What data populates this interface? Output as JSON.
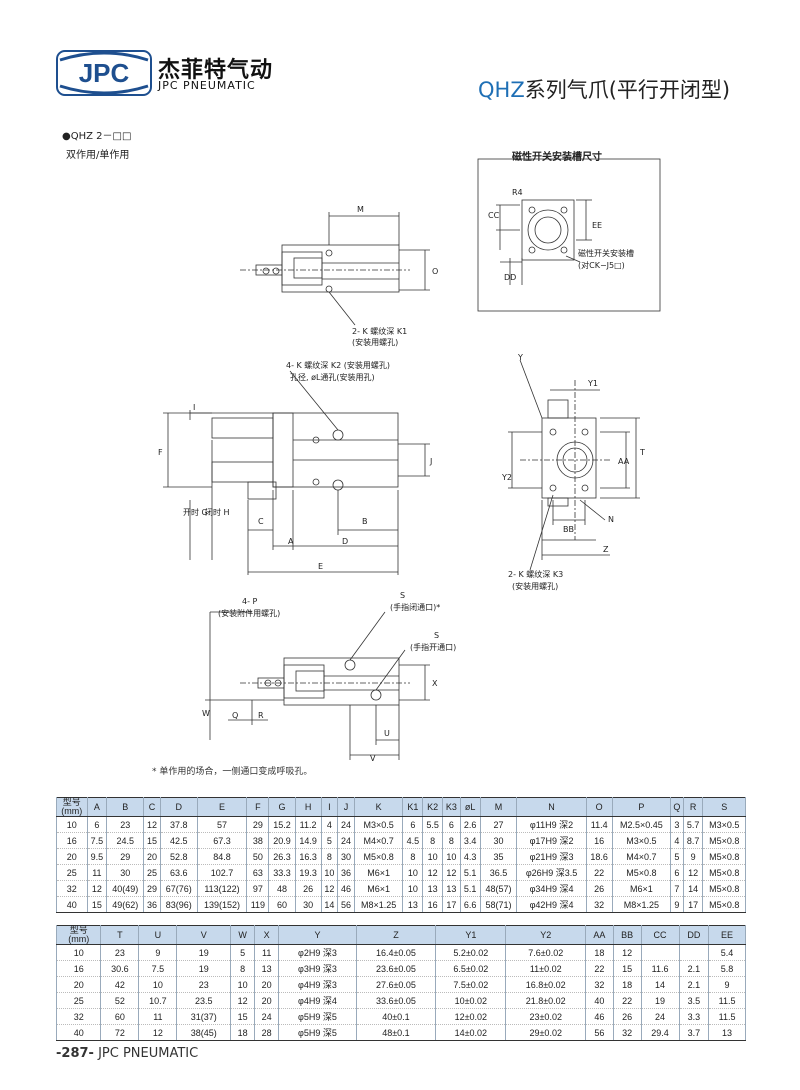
{
  "header": {
    "logo_text": "JPC",
    "brand_cn": "杰菲特气动",
    "brand_en": "JPC PNEUMATIC",
    "title_code": "QHZ",
    "title_rest": "系列气爪(平行开闭型)"
  },
  "intro": {
    "model": "●QHZ 2－□□",
    "subtitle": "双作用/单作用",
    "slot_title": "磁性开关安装槽尺寸"
  },
  "drawing_labels": {
    "top_m": "M",
    "top_o": "O",
    "top_k1": "2- K 螺纹深 K1",
    "top_k1_sub": "(安装用螺孔)",
    "slot_cc": "CC",
    "slot_r": "R4",
    "slot_ee": "EE",
    "slot_dd": "DD",
    "slot_note1": "磁性开关安装槽",
    "slot_note2": "(对CK−J5□)",
    "mid_k2": "4- K 螺纹深 K2 (安装用螺孔)",
    "mid_k2b": "孔径, øL通孔(安装用孔)",
    "mid_f": "F",
    "mid_i": "I",
    "mid_j": "J",
    "mid_g": "开时 G",
    "mid_h": "闭时 H",
    "mid_c": "C",
    "mid_b": "B",
    "mid_a": "A",
    "mid_d": "D",
    "mid_e": "E",
    "end_y": "Y",
    "end_y1": "Y1",
    "end_y2": "Y2",
    "end_aa": "AA",
    "end_t": "T",
    "end_bb": "BB",
    "end_n": "N",
    "end_z": "Z",
    "end_k3": "2- K 螺纹深 K3",
    "end_k3_sub": "(安装用螺孔)",
    "bot_p": "4- P",
    "bot_p_sub": "(安装附件用螺孔)",
    "bot_s1": "S",
    "bot_s1_sub": "(手指闭通口)*",
    "bot_s2": "S",
    "bot_s2_sub": "(手指开通口)",
    "bot_w": "W",
    "bot_q": "Q",
    "bot_r": "R",
    "bot_x": "X",
    "bot_u": "U",
    "bot_v": "V"
  },
  "note": "* 单作用的场合，一侧通口变成呼吸孔。",
  "table1": {
    "headers": [
      "型号\n(mm)",
      "A",
      "B",
      "C",
      "D",
      "E",
      "F",
      "G",
      "H",
      "I",
      "J",
      "K",
      "K1",
      "K2",
      "K3",
      "øL",
      "M",
      "N",
      "O",
      "P",
      "Q",
      "R",
      "S"
    ],
    "rows": [
      [
        "10",
        "6",
        "23",
        "12",
        "37.8",
        "57",
        "29",
        "15.2",
        "11.2",
        "4",
        "24",
        "M3×0.5",
        "6",
        "5.5",
        "6",
        "2.6",
        "27",
        "φ11H9 深2",
        "11.4",
        "M2.5×0.45",
        "3",
        "5.7",
        "M3×0.5"
      ],
      [
        "16",
        "7.5",
        "24.5",
        "15",
        "42.5",
        "67.3",
        "38",
        "20.9",
        "14.9",
        "5",
        "24",
        "M4×0.7",
        "4.5",
        "8",
        "8",
        "3.4",
        "30",
        "φ17H9 深2",
        "16",
        "M3×0.5",
        "4",
        "8.7",
        "M5×0.8"
      ],
      [
        "20",
        "9.5",
        "29",
        "20",
        "52.8",
        "84.8",
        "50",
        "26.3",
        "16.3",
        "8",
        "30",
        "M5×0.8",
        "8",
        "10",
        "10",
        "4.3",
        "35",
        "φ21H9 深3",
        "18.6",
        "M4×0.7",
        "5",
        "9",
        "M5×0.8"
      ],
      [
        "25",
        "11",
        "30",
        "25",
        "63.6",
        "102.7",
        "63",
        "33.3",
        "19.3",
        "10",
        "36",
        "M6×1",
        "10",
        "12",
        "12",
        "5.1",
        "36.5",
        "φ26H9 深3.5",
        "22",
        "M5×0.8",
        "6",
        "12",
        "M5×0.8"
      ],
      [
        "32",
        "12",
        "40(49)",
        "29",
        "67(76)",
        "113(122)",
        "97",
        "48",
        "26",
        "12",
        "46",
        "M6×1",
        "10",
        "13",
        "13",
        "5.1",
        "48(57)",
        "φ34H9 深4",
        "26",
        "M6×1",
        "7",
        "14",
        "M5×0.8"
      ],
      [
        "40",
        "15",
        "49(62)",
        "36",
        "83(96)",
        "139(152)",
        "119",
        "60",
        "30",
        "14",
        "56",
        "M8×1.25",
        "13",
        "16",
        "17",
        "6.6",
        "58(71)",
        "φ42H9 深4",
        "32",
        "M8×1.25",
        "9",
        "17",
        "M5×0.8"
      ]
    ]
  },
  "table2": {
    "headers": [
      "型号\n(mm)",
      "T",
      "U",
      "V",
      "W",
      "X",
      "Y",
      "Z",
      "Y1",
      "Y2",
      "AA",
      "BB",
      "CC",
      "DD",
      "EE"
    ],
    "rows": [
      [
        "10",
        "23",
        "9",
        "19",
        "5",
        "11",
        "φ2H9 深3",
        "16.4±0.05",
        "5.2±0.02",
        "7.6±0.02",
        "18",
        "12",
        "",
        "",
        "5.4"
      ],
      [
        "16",
        "30.6",
        "7.5",
        "19",
        "8",
        "13",
        "φ3H9 深3",
        "23.6±0.05",
        "6.5±0.02",
        "11±0.02",
        "22",
        "15",
        "11.6",
        "2.1",
        "5.8"
      ],
      [
        "20",
        "42",
        "10",
        "23",
        "10",
        "20",
        "φ4H9 深3",
        "27.6±0.05",
        "7.5±0.02",
        "16.8±0.02",
        "32",
        "18",
        "14",
        "2.1",
        "9"
      ],
      [
        "25",
        "52",
        "10.7",
        "23.5",
        "12",
        "20",
        "φ4H9 深4",
        "33.6±0.05",
        "10±0.02",
        "21.8±0.02",
        "40",
        "22",
        "19",
        "3.5",
        "11.5"
      ],
      [
        "32",
        "60",
        "11",
        "31(37)",
        "15",
        "24",
        "φ5H9 深5",
        "40±0.1",
        "12±0.02",
        "23±0.02",
        "46",
        "26",
        "24",
        "3.3",
        "11.5"
      ],
      [
        "40",
        "72",
        "12",
        "38(45)",
        "18",
        "28",
        "φ5H9 深5",
        "48±0.1",
        "14±0.02",
        "29±0.02",
        "56",
        "32",
        "29.4",
        "3.7",
        "13"
      ]
    ]
  },
  "footer": {
    "page": "-287-",
    "brand": "JPC PNEUMATIC"
  },
  "colors": {
    "accent": "#1e6fb5",
    "header_fill": "#c7d9ec",
    "line": "#333333"
  }
}
